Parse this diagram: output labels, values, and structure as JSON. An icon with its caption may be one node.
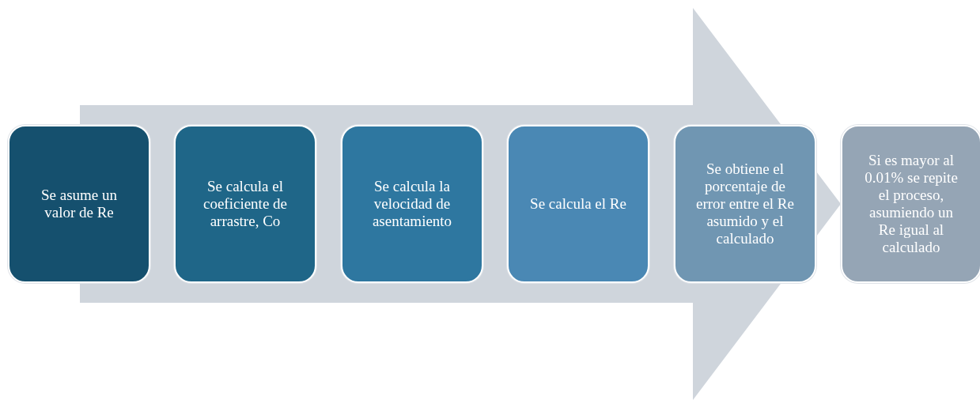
{
  "diagram": {
    "nodes": [
      {
        "text": [
          "Se asume un valor de Re"
        ]
      },
      {
        "text": [
          "Se calcula el coeficiente de arrastre, Co"
        ]
      },
      {
        "text": [
          "Se calcula la velocidad de asentamiento"
        ]
      },
      {
        "text": [
          "Se calcula el Re"
        ]
      },
      {
        "text": [
          "Se obtiene el porcentaje de error entre el Re asumido y el calculado"
        ]
      },
      {
        "text": [
          "Si es mayor al 0.01% se repite el proceso, asumiendo un Re igual al calculado"
        ]
      }
    ],
    "edges": [
      {
        "from": 0,
        "to": 5,
        "arrow": "to"
      }
    ]
  }
}
